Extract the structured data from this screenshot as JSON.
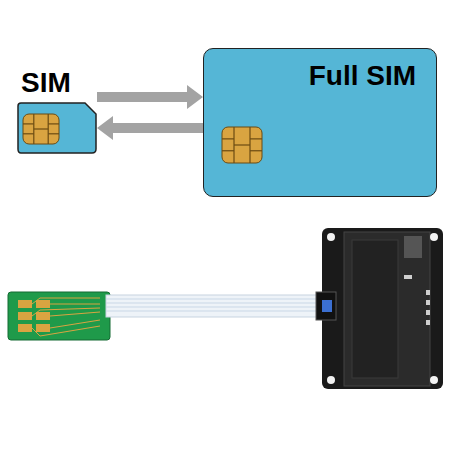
{
  "diagram": {
    "nodes": [
      {
        "text": [
          "SIM"
        ]
      },
      {
        "text": [
          "Full SIM"
        ]
      }
    ],
    "edges": [
      {
        "from": 0,
        "to": 1,
        "arrow": "to"
      },
      {
        "from": 1,
        "to": 0,
        "arrow": "to"
      }
    ]
  }
}
